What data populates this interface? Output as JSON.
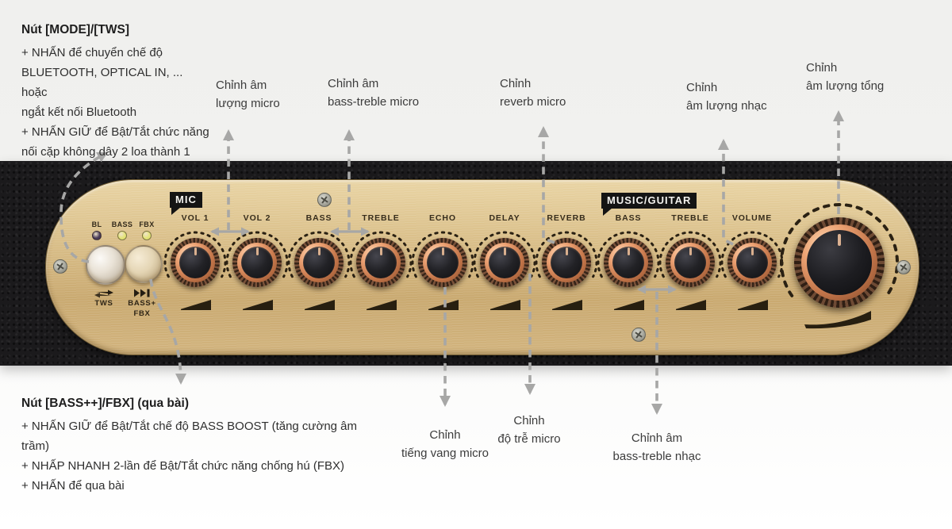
{
  "annotations": {
    "mode_tws": {
      "title": "Nút [MODE]/[TWS]",
      "body": "+ NHẤN để chuyển chế độ\nBLUETOOTH, OPTICAL IN, ... hoặc\nngắt kết nối Bluetooth\n+ NHẤN GIỮ để Bật/Tắt chức năng\nnối cặp không dây 2 loa thành 1"
    },
    "bass_fbx": {
      "title": "Nút [BASS++]/FBX] (qua bài)",
      "body": "+ NHẤN GIỮ để Bật/Tắt chế độ BASS BOOST (tăng cường âm\ntrầm)\n+ NHẤP NHANH 2-lần để Bật/Tắt chức năng chống hú (FBX)\n+ NHẤN để qua bài"
    }
  },
  "callouts": {
    "mic_volume": "Chỉnh âm\nlượng micro",
    "mic_bass_treble": "Chỉnh âm\nbass-treble micro",
    "mic_reverb": "Chỉnh\nreverb micro",
    "music_volume": "Chỉnh\nâm lượng nhạc",
    "master_volume": "Chỉnh\nâm lượng tổng",
    "mic_echo": "Chỉnh\ntiếng vang micro",
    "mic_delay": "Chỉnh\nđộ trễ micro",
    "music_bass_treble": "Chỉnh âm\nbass-treble nhạc"
  },
  "panel": {
    "sections": {
      "mic": "MIC",
      "music": "MUSIC/GUITAR"
    },
    "leds": [
      {
        "label": "BL",
        "color": "#4a3b58",
        "on": false
      },
      {
        "label": "BASS",
        "color": "#e3e377",
        "on": true
      },
      {
        "label": "FBX",
        "color": "#e3e377",
        "on": true
      }
    ],
    "buttons": [
      {
        "label": "TWS",
        "icon": "tws-pair-icon"
      },
      {
        "label": "BASS+\nFBX",
        "icon": "next-track-icon"
      }
    ],
    "knobs": [
      "VOL 1",
      "VOL 2",
      "BASS",
      "TREBLE",
      "ECHO",
      "DELAY",
      "REVERB",
      "BASS",
      "TREBLE",
      "VOLUME"
    ]
  },
  "colors": {
    "panel_gold": "#d4b67f",
    "body_black": "#1b1a1c",
    "copper": "#c97a4e",
    "arrow_gray": "#a7a7a6",
    "led_yellow": "#e3e377"
  }
}
